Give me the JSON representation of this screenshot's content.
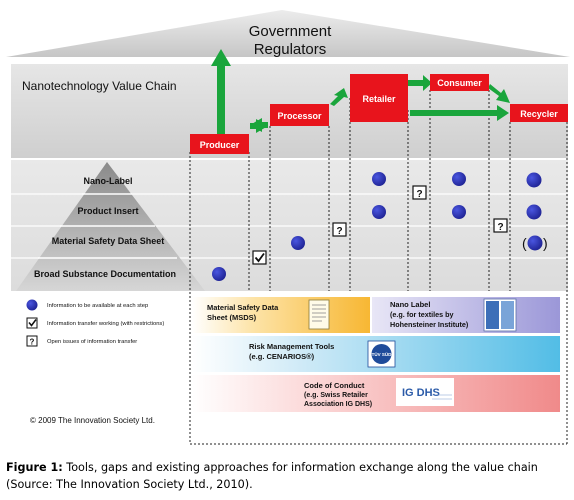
{
  "roof_title_line1": "Government",
  "roof_title_line2": "Regulators",
  "band_title": "Nanotechnology Value Chain",
  "stages": {
    "producer": "Producer",
    "processor": "Processor",
    "retailer": "Retailer",
    "consumer": "Consumer",
    "recycler": "Recycler"
  },
  "pyramid_levels": {
    "nano_label": "Nano-Label",
    "product_insert": "Product Insert",
    "msds": "Material Safety Data Sheet",
    "broad": "Broad Substance Documentation"
  },
  "legend": {
    "dot": "Information to be available at each step",
    "check": "Information transfer working (with restrictions)",
    "question": "Open issues of information transfer"
  },
  "approaches": {
    "msds_line1": "Material Safety Data",
    "msds_line2": "Sheet (MSDS)",
    "nano_line1": "Nano Label",
    "nano_line2": "(e.g. for textiles by",
    "nano_line3": "Hohensteiner Institute)",
    "risk_line1": "Risk Management Tools",
    "risk_line2": "(e.g. CENARIOS®)",
    "code_line1": "Code of Conduct",
    "code_line2": "(e.g. Swiss Retailer",
    "code_line3": "Association IG DHS)",
    "tuv_logo_text": "TÜV SÜD",
    "igdhs_logo_text": "IG DHS"
  },
  "symbols": {
    "check": "☑",
    "question": "?",
    "paren_open": "(",
    "paren_close": ")"
  },
  "copyright": "© 2009 The Innovation Society Ltd.",
  "caption": {
    "label": "Figure 1:",
    "text": " Tools, gaps and existing approaches for information exchange along the value chain (Source: The Innovation Society Ltd., 2010)."
  },
  "colors": {
    "red": "#e8141c",
    "green": "#1aa53c",
    "blue_dot": "#2c2fb8",
    "panel_gray": "#d8d8d8",
    "roof_gray": "#c9c9c9"
  }
}
